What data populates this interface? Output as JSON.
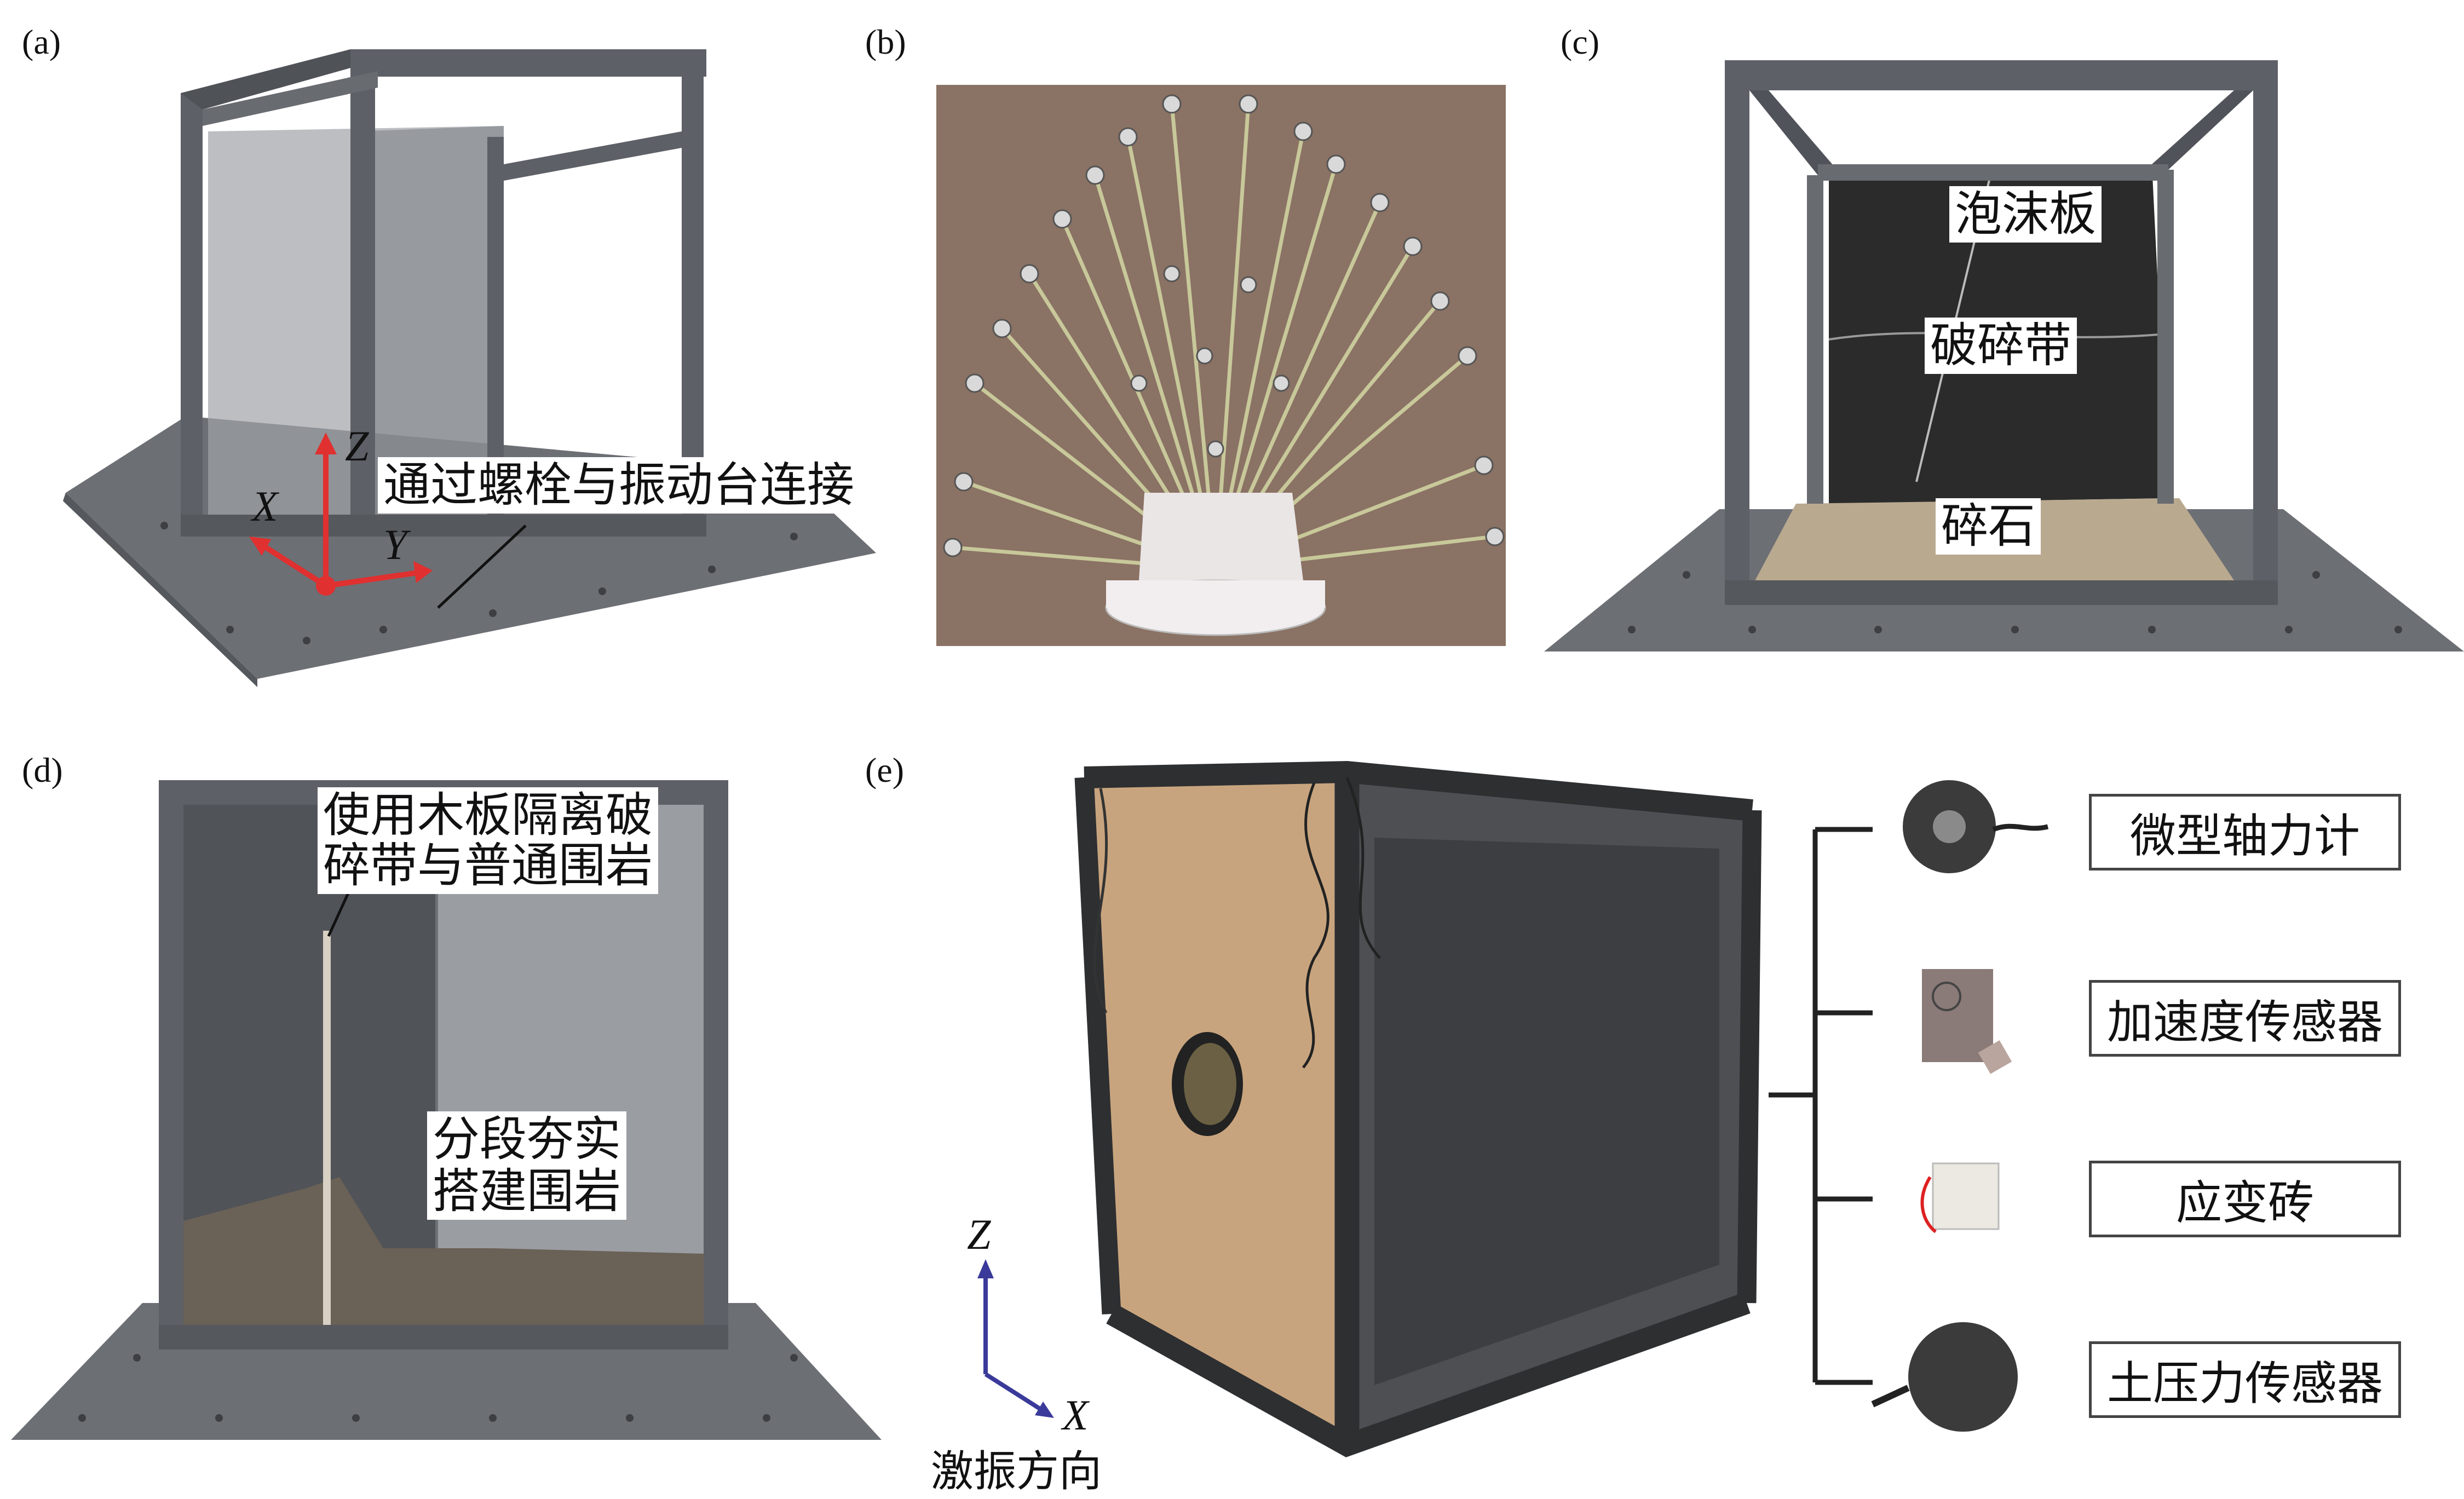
{
  "panels": {
    "a": {
      "label": "(a)",
      "annotation": "通过螺栓与振动台连接",
      "axes": {
        "z": "Z",
        "x": "X",
        "y": "Y"
      }
    },
    "b": {
      "label": "(b)"
    },
    "c": {
      "label": "(c)",
      "annotations": {
        "foam": "泡沫板",
        "fracture": "破碎带",
        "gravel": "碎石"
      }
    },
    "d": {
      "label": "(d)",
      "annotation_top_line1": "使用木板隔离破",
      "annotation_top_line2": "碎带与普通围岩",
      "annotation_bottom_line1": "分段夯实",
      "annotation_bottom_line2": "搭建围岩"
    },
    "e": {
      "label": "(e)",
      "axes": {
        "z": "Z",
        "x": "X"
      },
      "direction_label": "激振方向",
      "sensors": [
        "微型轴力计",
        "加速度传感器",
        "应变砖",
        "土压力传感器"
      ]
    }
  },
  "colors": {
    "frame": "#5d6066",
    "plate": "#6c6f74",
    "axis_red": "#e03030",
    "axis_blue": "#3a3a9a",
    "foam": "#2b2b2b",
    "gravel": "#b9a98f",
    "wood": "#c8a47e"
  }
}
